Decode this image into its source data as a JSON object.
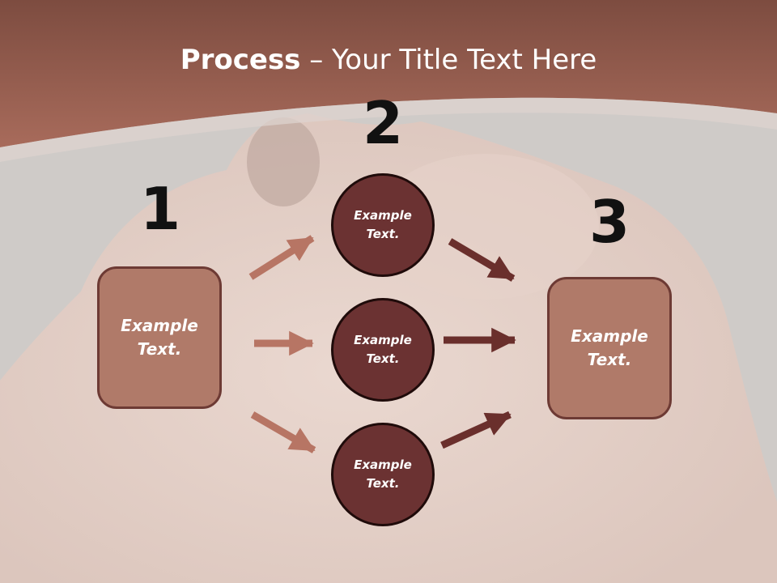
{
  "title": {
    "bold": "Process",
    "rest": " – Your Title Text Here"
  },
  "steps": {
    "one": "1",
    "two": "2",
    "three": "3"
  },
  "left_box": {
    "label": "Example\nText."
  },
  "right_box": {
    "label": "Example\nText."
  },
  "circles": [
    {
      "label": "Example\nText."
    },
    {
      "label": "Example\nText."
    },
    {
      "label": "Example\nText."
    }
  ],
  "colors": {
    "header_band": "#9c5c4e",
    "box_fill": "#b07a69",
    "box_border": "#6d3a34",
    "circle_fill": "#6b3232",
    "light_arrow": "#b77564",
    "dark_arrow": "#6a2f2c"
  }
}
